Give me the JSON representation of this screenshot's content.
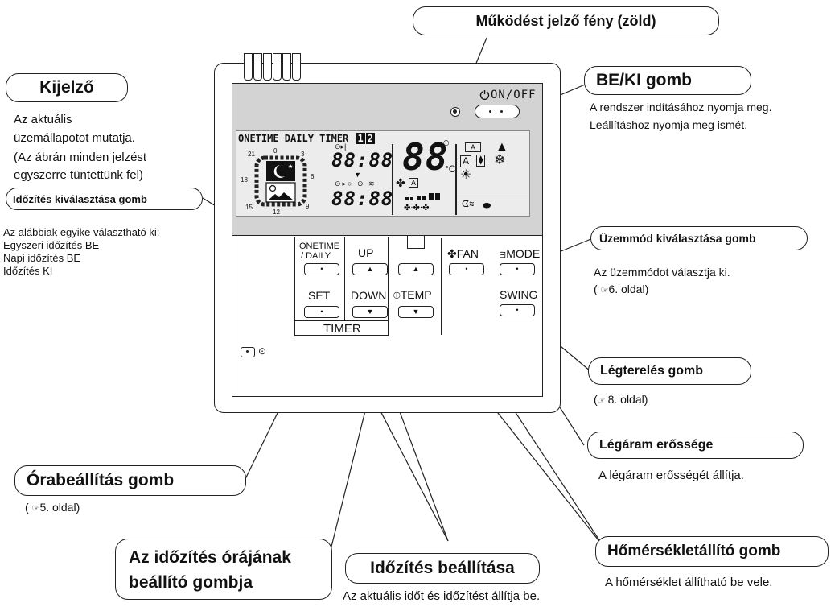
{
  "callouts": {
    "kijelzo": {
      "title": "Kijelző",
      "desc": [
        "Az aktuális",
        "üzemállapotot mutatja.",
        "(Az ábrán minden jelzést",
        "egyszerre tüntettünk fel)"
      ]
    },
    "mukodes": {
      "title": "Működést jelző fény (zöld)"
    },
    "bekigomb": {
      "title": "BE/KI gomb",
      "desc": [
        "A rendszer indításához nyomja meg.",
        "Leállításhoz nyomja meg ismét."
      ]
    },
    "idozites_valaszt": {
      "title": "Időzítés kiválasztása gomb",
      "desc": [
        "Az alábbiak egyike választható ki:",
        "Egyszeri időzítés BE",
        "Napi időzítés BE",
        "Időzítés KI"
      ]
    },
    "uzemmod": {
      "title": "Üzemmód kiválasztása gomb",
      "desc": "Az üzemmódot választja ki.",
      "ref": "6. oldal"
    },
    "legtereles": {
      "title": "Légterelés gomb",
      "ref": "8. oldal"
    },
    "legaram": {
      "title": "Légáram erőssége",
      "desc": "A légáram erősségét állítja."
    },
    "orabeallitas": {
      "title": "Órabeállítás gomb",
      "ref": "5. oldal"
    },
    "idozites_ora": {
      "title_lines": [
        "Az időzítés órájának",
        "beállító gombja"
      ]
    },
    "idozites_beall": {
      "title": "Időzítés beállítása",
      "desc": "Az aktuális időt és időzítést állítja be."
    },
    "homerseklet": {
      "title": "Hőmérsékletállító gomb",
      "desc": "A hőmérséklet állítható be vele."
    }
  },
  "display": {
    "header": "ONETIME DAILY TIMER",
    "timer_nums": [
      "1",
      "2"
    ],
    "time_top": "88:88",
    "time_bottom": "88:88",
    "temp": "88",
    "unit": "°C",
    "dial_labels": [
      "0",
      "3",
      "6",
      "9",
      "12",
      "15",
      "18",
      "21"
    ]
  },
  "controls": {
    "onoff": "ON/OFF",
    "onetime_daily": [
      "ONETIME",
      "/ DAILY"
    ],
    "up": "UP",
    "set": "SET",
    "down": "DOWN",
    "timer": "TIMER",
    "temp": "TEMP",
    "fan": "FAN",
    "mode": "MODE",
    "swing": "SWING"
  },
  "icons": [
    "power-icon",
    "book-ref-icon",
    "fan-icon",
    "snowflake-icon",
    "sun-icon",
    "clock-icon",
    "droplet-icon"
  ]
}
